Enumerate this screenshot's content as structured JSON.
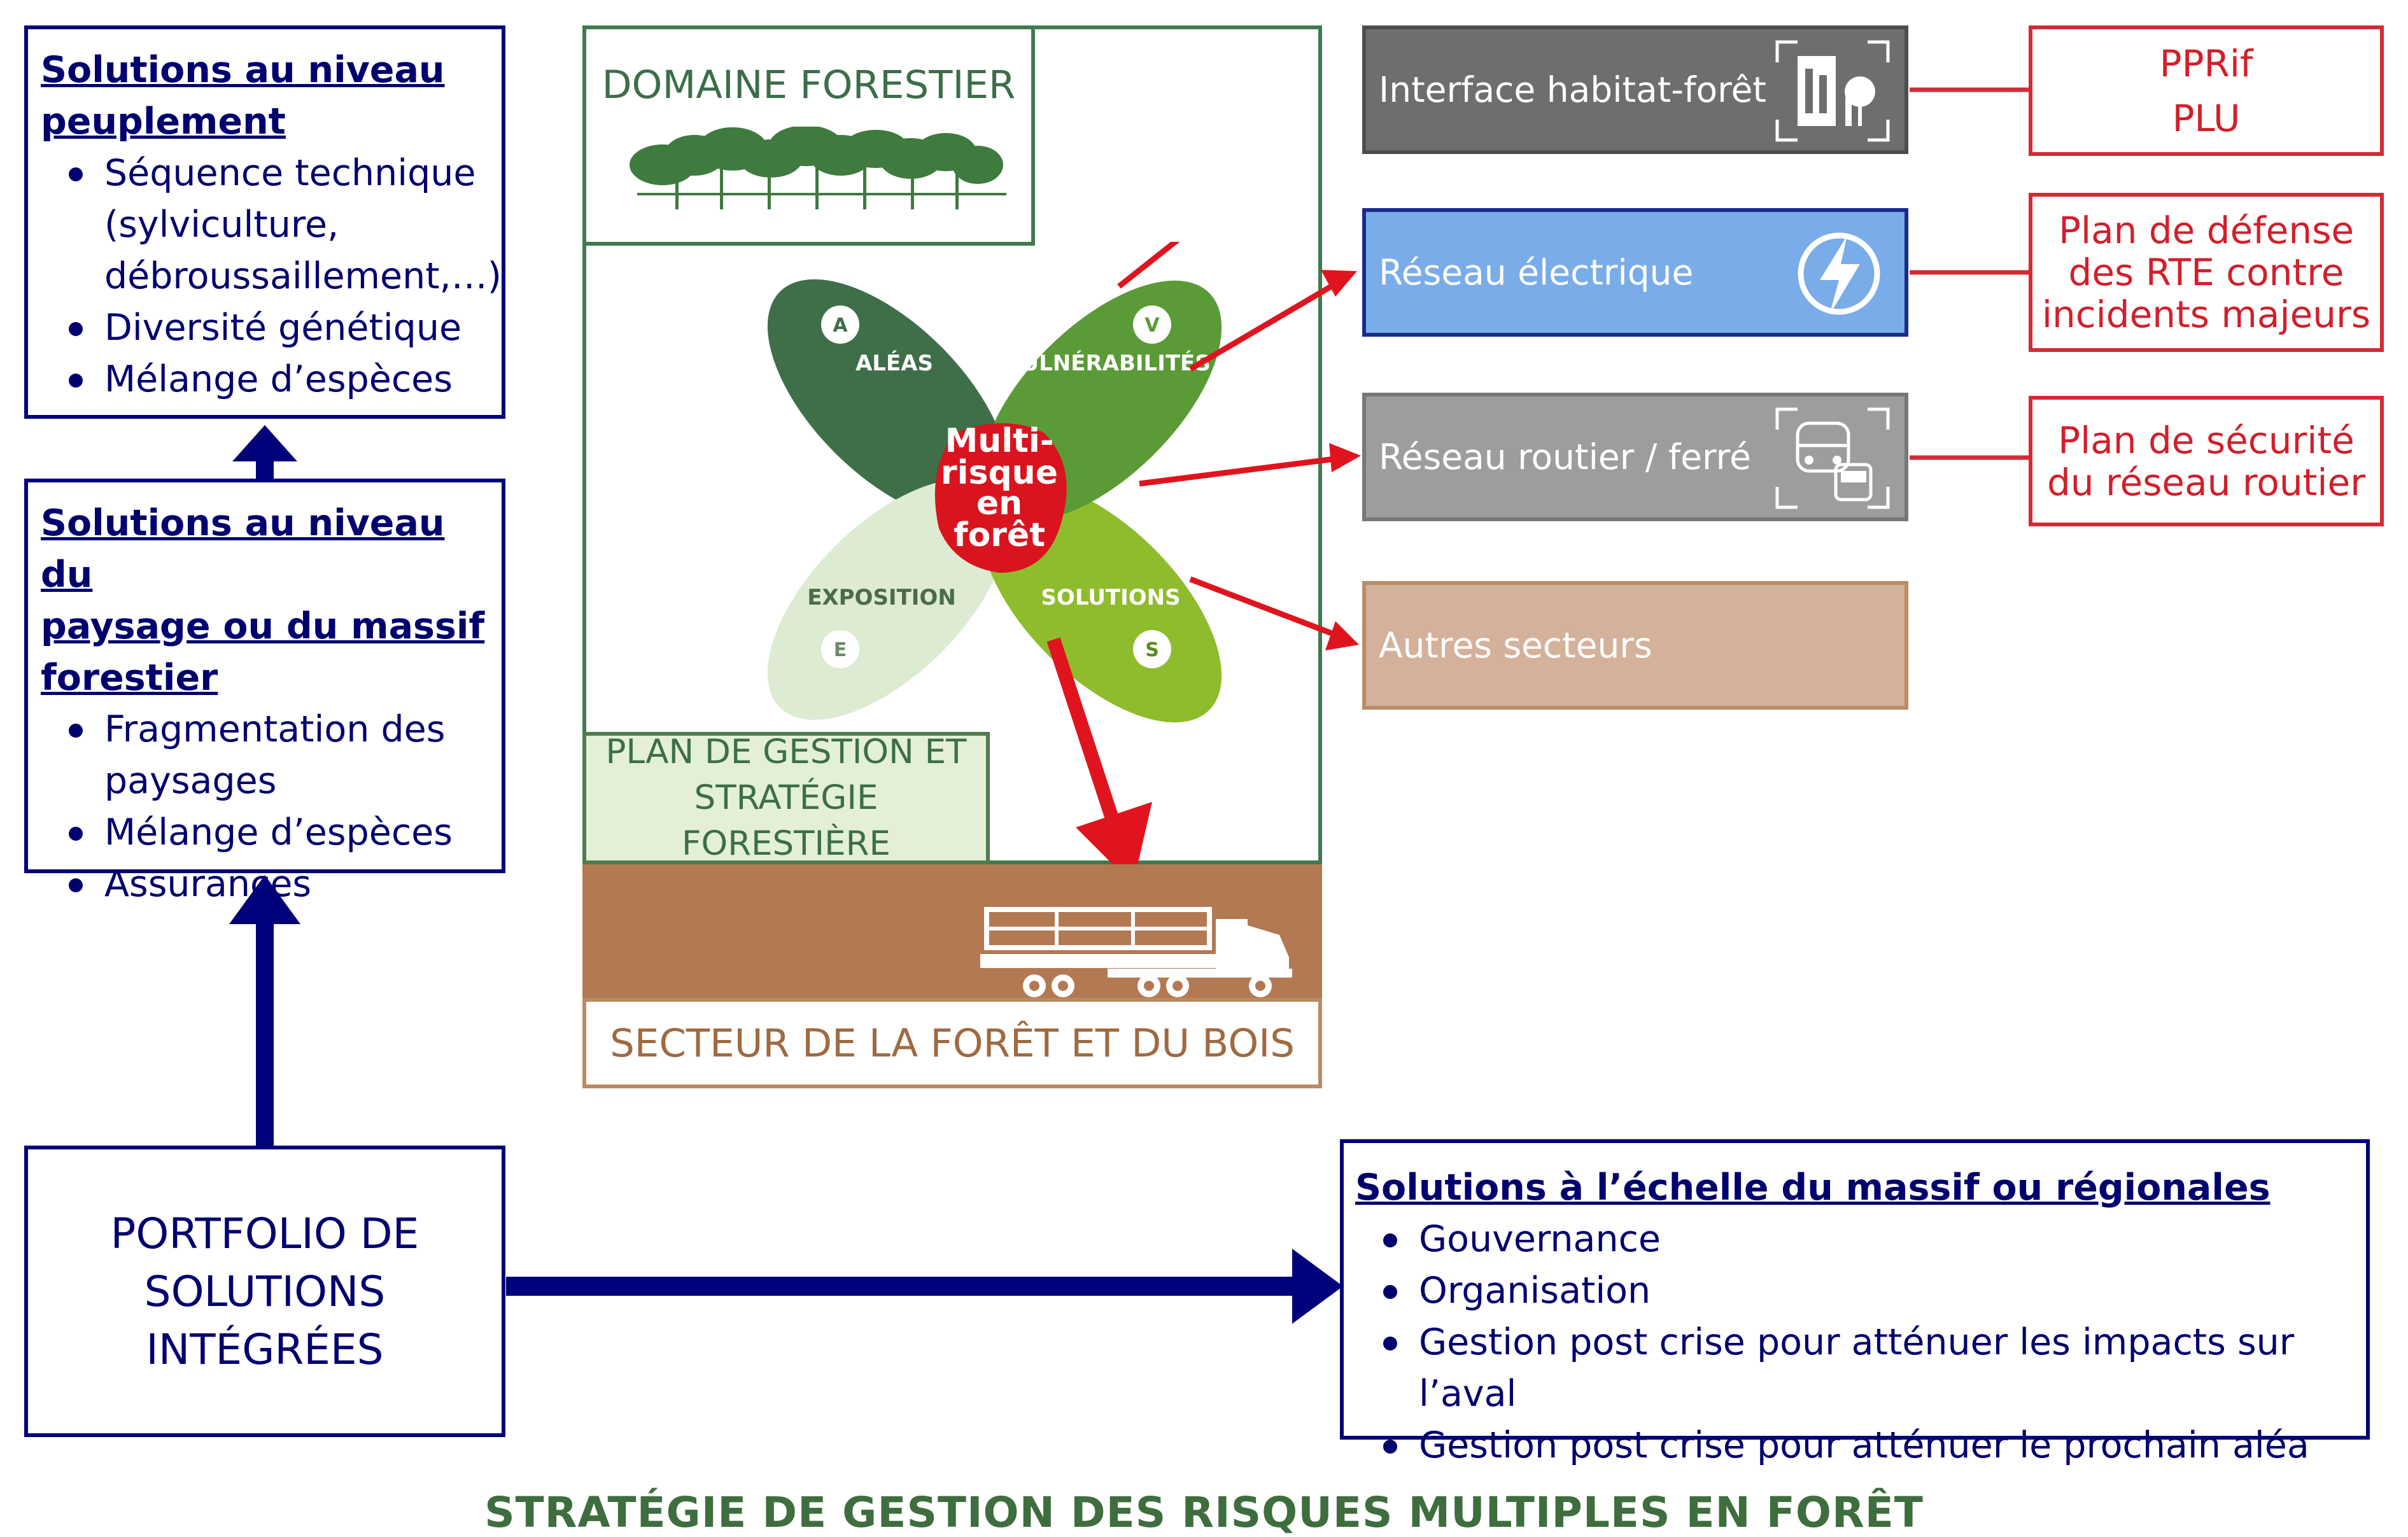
{
  "left_top": {
    "title_lines": [
      "Solutions au niveau",
      "peuplement"
    ],
    "items": [
      "Séquence technique",
      "(sylviculture,",
      "débroussaillement,…)",
      "Diversité génétique",
      "Mélange d’espèces"
    ]
  },
  "left_mid": {
    "title_lines": [
      "Solutions au niveau du",
      "paysage ou du massif",
      "forestier"
    ],
    "items": [
      "Fragmentation des",
      "paysages",
      "Mélange d’espèces",
      "Assurances"
    ]
  },
  "portfolio": {
    "lines": [
      "PORTFOLIO DE",
      "SOLUTIONS",
      "INTÉGRÉES"
    ]
  },
  "forest": {
    "domain_label": "DOMAINE FORESTIER",
    "plan_lines": [
      "PLAN DE GESTION ET",
      "STRATÉGIE FORESTIÈRE"
    ],
    "sector_label": "SECTEUR DE LA FORÊT ET DU BOIS"
  },
  "clover": {
    "petals": [
      {
        "letter": "A",
        "label": "ALÉAS",
        "color": "#3f6f49"
      },
      {
        "letter": "V",
        "label": "VULNÉRABILITÉS",
        "color": "#5a9a37"
      },
      {
        "letter": "E",
        "label": "EXPOSITION",
        "color": "#dcebd2"
      },
      {
        "letter": "S",
        "label": "SOLUTIONS",
        "color": "#8fbc2c"
      }
    ],
    "center_lines": [
      "Multi-",
      "risque",
      "en",
      "forêt"
    ],
    "center_color": "#d9141e"
  },
  "sectors": [
    {
      "label": "Interface habitat-forêt",
      "icon": "house-tree-icon"
    },
    {
      "label": "Réseau électrique",
      "icon": "lightning-icon"
    },
    {
      "label": "Réseau routier / ferré",
      "icon": "train-bus-icon"
    },
    {
      "label": "Autres secteurs",
      "icon": ""
    }
  ],
  "plans": [
    {
      "lines": [
        "PPRif",
        "PLU"
      ]
    },
    {
      "lines": [
        "Plan de défense",
        "des RTE contre",
        "incidents majeurs"
      ]
    },
    {
      "lines": [
        "Plan de sécurité",
        "du réseau routier"
      ]
    }
  ],
  "regional": {
    "title": "Solutions à l’échelle du massif ou régionales",
    "items": [
      "Gouvernance",
      "Organisation",
      "Gestion post crise pour atténuer les impacts sur l’aval",
      "Gestion post crise pour atténuer le prochain aléa"
    ]
  },
  "footer": {
    "title": "STRATÉGIE DE GESTION DES RISQUES MULTIPLES EN FORÊT"
  },
  "colors": {
    "navy": "#00007a",
    "red_arrow": "#e0141e",
    "forest_green": "#3e7b4d"
  }
}
